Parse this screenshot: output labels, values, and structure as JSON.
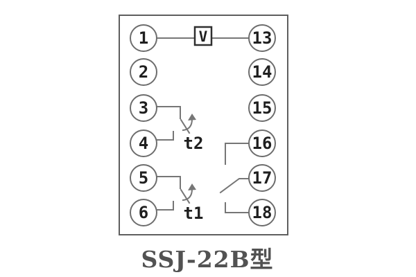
{
  "caption": "SSJ-22B型",
  "meter": {
    "label": "V"
  },
  "terminals": {
    "left": [
      "1",
      "2",
      "3",
      "4",
      "5",
      "6"
    ],
    "right": [
      "13",
      "14",
      "15",
      "16",
      "17",
      "18"
    ]
  },
  "labels": {
    "t2": "t2",
    "t1": "t1"
  },
  "colors": {
    "line": "#767676",
    "outline": "#5e5e5e",
    "circle": "#6d6d6d",
    "number": "#1f1f1f",
    "box": "#2f2f2f",
    "caption": "#525252"
  }
}
